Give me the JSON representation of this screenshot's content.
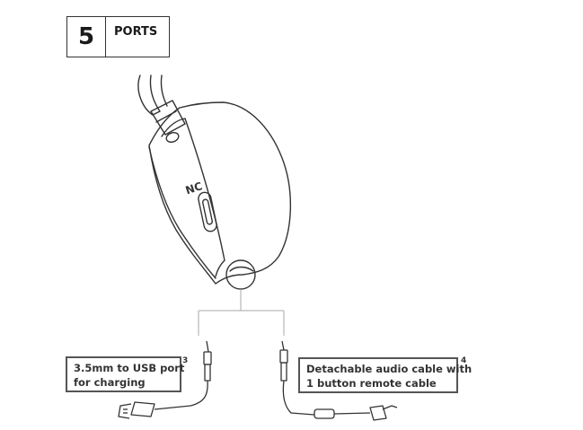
{
  "header": {
    "section_number": "5",
    "section_title": "PORTS"
  },
  "earcup": {
    "nc_label": "NC"
  },
  "callouts": {
    "left": {
      "number": "3",
      "line1": "3.5mm to USB port",
      "line2": "for charging"
    },
    "right": {
      "number": "4",
      "line1": "Detachable audio cable with",
      "line2": "1 button remote cable"
    }
  },
  "colors": {
    "stroke": "#333333",
    "connector_line": "#aaaaaa",
    "callout_border": "#555555"
  }
}
